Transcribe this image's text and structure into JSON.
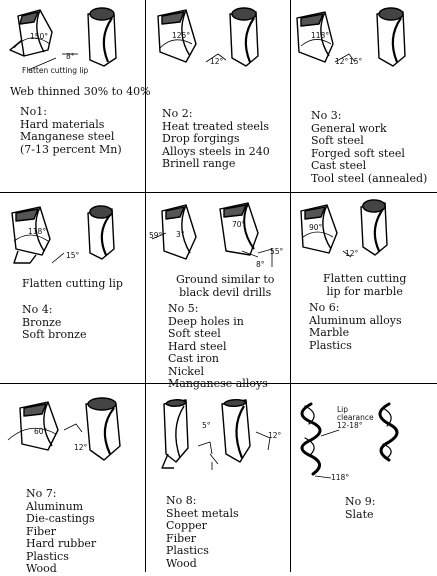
{
  "cells": [
    {
      "id": "cell-1",
      "annotations": [
        "150°",
        "8°",
        "Flatten cutting lip"
      ],
      "note": [
        "Web thinned 30% to 40%"
      ],
      "label": [
        "No1:",
        "Hard materials",
        "Manganese steel",
        "(7-13 percent Mn)"
      ]
    },
    {
      "id": "cell-2",
      "annotations": [
        "125°",
        "12°"
      ],
      "note": [],
      "label": [
        "No 2:",
        "Heat treated steels",
        "Drop forgings",
        "Alloys steels in 240",
        "Brinell range"
      ]
    },
    {
      "id": "cell-3",
      "annotations": [
        "118°",
        "12°",
        "15°"
      ],
      "note": [],
      "label": [
        "No 3:",
        "General work",
        "Soft steel",
        "Forged soft steel",
        "Cast steel",
        "Tool steel (annealed)"
      ]
    },
    {
      "id": "cell-4",
      "annotations": [
        "118°",
        "15°"
      ],
      "note": [
        "Flatten cutting lip"
      ],
      "label": [
        "No 4:",
        "Bronze",
        "Soft bronze"
      ]
    },
    {
      "id": "cell-5",
      "annotations": [
        "59°",
        "3°",
        "70°",
        "8°",
        "55°"
      ],
      "note": [
        "Ground similar to",
        "black devil drills"
      ],
      "label": [
        "No 5:",
        "Deep holes in",
        "Soft steel",
        "Hard steel",
        "Cast iron",
        "Nickel",
        "Manganese alloys"
      ]
    },
    {
      "id": "cell-6",
      "annotations": [
        "90°",
        "12°"
      ],
      "note": [
        "Flatten cutting",
        "lip for marble"
      ],
      "label": [
        "No 6:",
        "Aluminum alloys",
        "Marble",
        "Plastics"
      ]
    },
    {
      "id": "cell-7",
      "annotations": [
        "60°",
        "12°"
      ],
      "note": [],
      "label": [
        "No 7:",
        "Aluminum",
        "Die-castings",
        "Fiber",
        "Hard rubber",
        "Plastics",
        "Wood"
      ]
    },
    {
      "id": "cell-8",
      "annotations": [
        "5°",
        "12°"
      ],
      "note": [],
      "label": [
        "No 8:",
        "Sheet metals",
        "Copper",
        "Fiber",
        "Plastics",
        "Wood"
      ]
    },
    {
      "id": "cell-9",
      "annotations": [
        "Lip",
        "clearance",
        "12-18°",
        "118°"
      ],
      "note": [],
      "label": [
        "No 9:",
        "Slate"
      ]
    }
  ]
}
